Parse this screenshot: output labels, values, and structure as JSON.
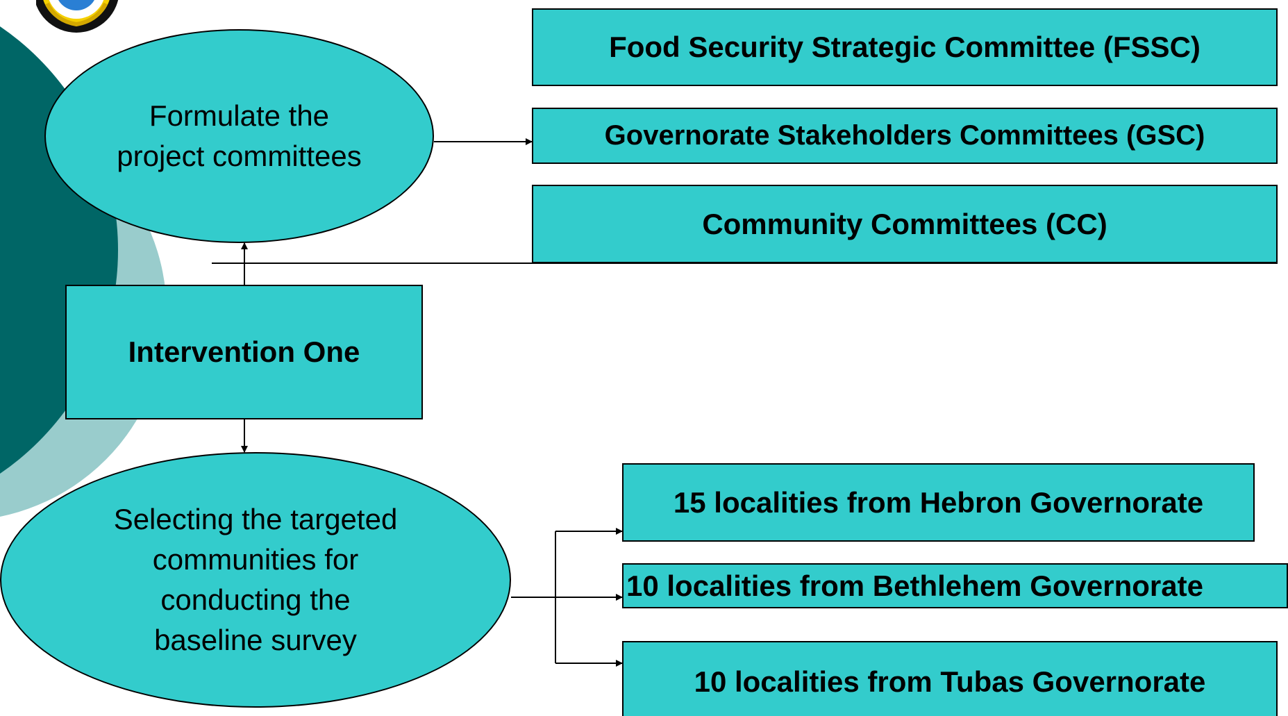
{
  "colors": {
    "node_fill": "#33CCCC",
    "dark_teal": "#006666",
    "light_teal": "#99CCCC",
    "stroke": "#000000"
  },
  "logo": {
    "icon": "emblem-logo-icon"
  },
  "nodes": {
    "formulate": {
      "line1": "Formulate the",
      "line2": "project committees"
    },
    "fssc": "Food Security Strategic Committee (FSSC)",
    "gsc": "Governorate Stakeholders Committees (GSC)",
    "cc": "Community Committees (CC)",
    "intervention": "Intervention One",
    "selecting": {
      "line1": "Selecting the targeted",
      "line2": "communities for",
      "line3": "conducting the",
      "line4": "baseline survey"
    },
    "hebron": "15 localities from Hebron Governorate",
    "bethlehem": "10 localities from Bethlehem Governorate",
    "tubas": "10 localities from Tubas Governorate"
  }
}
